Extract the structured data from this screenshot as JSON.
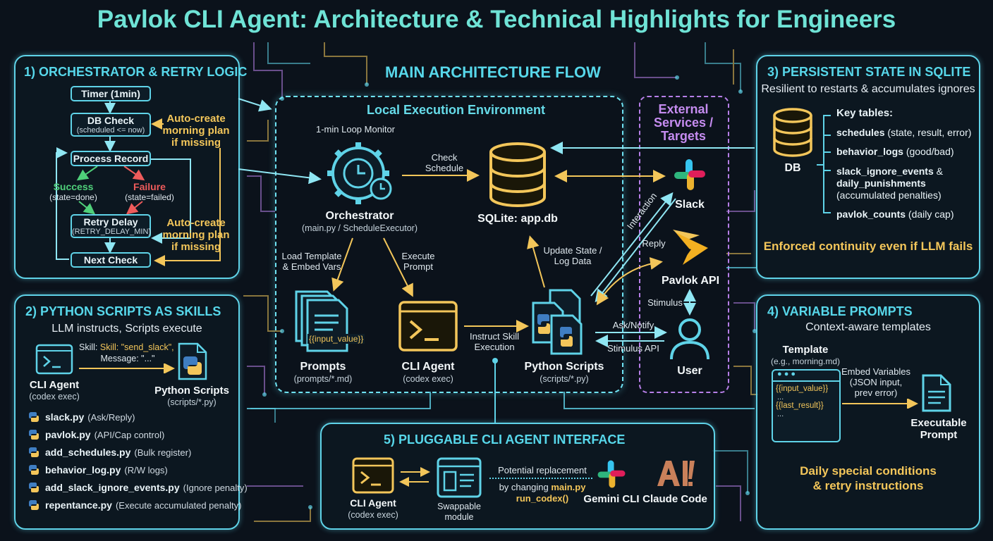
{
  "title": "Pavlok CLI Agent: Architecture & Technical Highlights for Engineers",
  "colors": {
    "cyan": "#5fd3e8",
    "yellow": "#f3c65a",
    "purple": "#b77fe8",
    "green": "#4fd07a",
    "red": "#ee5b5b",
    "bg": "#0b121b"
  },
  "panel1": {
    "title": "1) ORCHESTRATOR & RETRY LOGIC",
    "timer": "Timer (1min)",
    "db_check": "DB Check",
    "db_check_sub": "(scheduled <= now)",
    "process": "Process Record",
    "success": "Success",
    "success_sub": "(state=done)",
    "failure": "Failure",
    "failure_sub": "(state=failed)",
    "retry": "Retry Delay",
    "retry_sub": "(RETRY_DELAY_MIN)",
    "next": "Next Check",
    "auto1": [
      "Auto-create",
      "morning plan",
      "if missing"
    ],
    "auto2": [
      "Auto-create",
      "morning plan",
      "if missing"
    ]
  },
  "panel2": {
    "title": "2) PYTHON SCRIPTS AS SKILLS",
    "subtitle": "LLM instructs, Scripts execute",
    "skill_label": "Skill: \"send_slack\",",
    "message_label": "Message: \"...\"",
    "cli_agent": "CLI Agent",
    "cli_agent_sub": "(codex exec)",
    "python_scripts": "Python Scripts",
    "python_scripts_sub": "(scripts/*.py)",
    "scripts": [
      {
        "name": "slack.py",
        "desc": "(Ask/Reply)"
      },
      {
        "name": "pavlok.py",
        "desc": "(API/Cap control)"
      },
      {
        "name": "add_schedules.py",
        "desc": "(Bulk register)"
      },
      {
        "name": "behavior_log.py",
        "desc": "(R/W logs)"
      },
      {
        "name": "add_slack_ignore_events.py",
        "desc": "(Ignore penalty)"
      },
      {
        "name": "repentance.py",
        "desc": "(Execute accumulated penalty)"
      }
    ]
  },
  "main": {
    "title": "MAIN ARCHITECTURE FLOW",
    "local_env": "Local Execution Environment",
    "loop_monitor": "1-min Loop Monitor",
    "orchestrator": "Orchestrator",
    "orchestrator_sub": "(main.py / ScheduleExecutor)",
    "check_schedule": [
      "Check",
      "Schedule"
    ],
    "sqlite": "SQLite: app.db",
    "load_template": [
      "Load Template",
      "& Embed Vars"
    ],
    "execute_prompt": [
      "Execute",
      "Prompt"
    ],
    "update_state": [
      "Update State /",
      "Log Data"
    ],
    "prompts": "Prompts",
    "prompts_sub": "(prompts/*.md)",
    "input_value": "{{input_value}}",
    "cli_agent": "CLI Agent",
    "cli_agent_sub": "(codex exec)",
    "instruct_skill": [
      "Instruct Skill",
      "Execution"
    ],
    "python_scripts": "Python Scripts",
    "python_scripts_sub": "(scripts/*.py)",
    "external": [
      "External",
      "Services /",
      "Targets"
    ],
    "slack": "Slack",
    "pavlok": "Pavlok API",
    "user": "User",
    "interaction": "Interaction",
    "reply": "Reply",
    "stimulus": "Stimulus",
    "ask_notify": "Ask/Notify",
    "stimulus_api": "Stimulus API"
  },
  "panel3": {
    "title": "3) PERSISTENT STATE IN SQLITE",
    "subtitle": "Resilient to restarts & accumulates ignores",
    "db": "DB",
    "key_tables": "Key tables:",
    "tables": [
      {
        "name": "schedules",
        "desc": "(state, result, error)"
      },
      {
        "name": "behavior_logs",
        "desc": "(good/bad)"
      },
      {
        "name": "slack_ignore_events",
        "desc": "&"
      },
      {
        "name": "pavlok_counts",
        "desc": "(daily cap)"
      }
    ],
    "daily_punishments": "daily_punishments",
    "accumulated": "(accumulated penalties)",
    "footer": "Enforced continuity even if LLM fails"
  },
  "panel4": {
    "title": "4) VARIABLE PROMPTS",
    "subtitle": "Context-aware templates",
    "template": "Template",
    "template_sub": "(e.g., morning.md)",
    "var1": "{{input_value}}",
    "dots1": "...",
    "var2": "{{last_result}}",
    "dots2": "...",
    "embed": [
      "Embed Variables",
      "(JSON input,",
      "prev error)"
    ],
    "executable": [
      "Executable",
      "Prompt"
    ],
    "footer": [
      "Daily special conditions",
      "& retry instructions"
    ]
  },
  "panel5": {
    "title": "5) PLUGGABLE CLI AGENT INTERFACE",
    "cli_agent": "CLI Agent",
    "cli_agent_sub": "(codex exec)",
    "swappable": [
      "Swappable",
      "module"
    ],
    "potential": "Potential replacement",
    "by_changing": "by changing",
    "main_py": "main.py",
    "run_codex": "run_codex()",
    "gemini": "Gemini CLI",
    "claude": "Claude Code"
  }
}
